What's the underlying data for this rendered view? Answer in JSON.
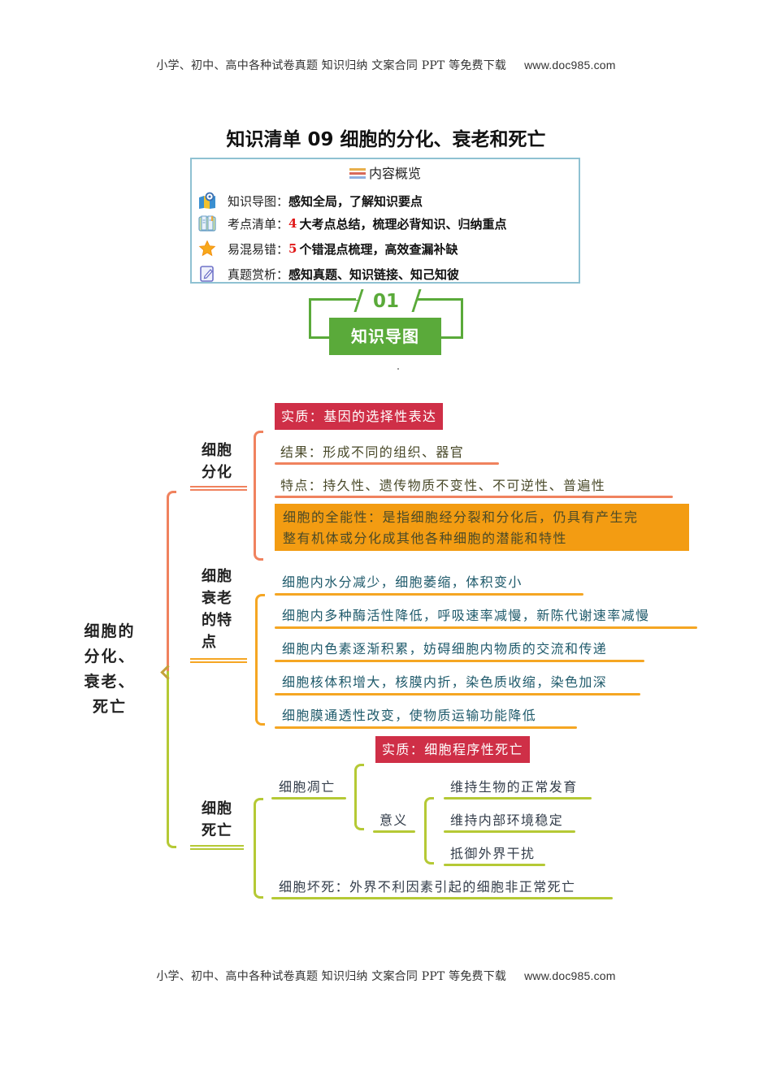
{
  "header": {
    "text": "小学、初中、高中各种试卷真题  知识归纳  文案合同  PPT 等免费下载",
    "site": "www.doc985.com"
  },
  "footer": {
    "text": "小学、初中、高中各种试卷真题  知识归纳  文案合同  PPT 等免费下载",
    "site": "www.doc985.com"
  },
  "title": "知识清单 09 细胞的分化、衰老和死亡",
  "overview": {
    "heading": "内容概览",
    "heading_icon": "list-icon",
    "rows": [
      {
        "icon": "map-pin-icon",
        "label": "知识导图：",
        "num": "",
        "desc": "感知全局，了解知识要点"
      },
      {
        "icon": "open-book-icon",
        "label": "考点清单：",
        "num": "4",
        "desc": "大考点总结，梳理必背知识、归纳重点"
      },
      {
        "icon": "star-icon",
        "label": "易混易错：",
        "num": "5",
        "desc": "个错混点梳理，高效查漏补缺"
      },
      {
        "icon": "edit-note-icon",
        "label": "真题赏析：",
        "num": "",
        "desc": "感知真题、知识链接、知己知彼"
      }
    ]
  },
  "section": {
    "number": "01",
    "label": "知识导图"
  },
  "colors": {
    "differentiation": "#f0825e",
    "aging": "#f5a623",
    "death": "#b5c935",
    "red_box": "#cf2f47",
    "orange_box": "#f39c12",
    "section_green": "#5aaa3a",
    "aging_text": "#1f5a6b"
  },
  "mindmap": {
    "root": "细胞的分化、衰老、死亡",
    "root_lines": [
      "细胞的",
      "分化、",
      "衰老、",
      "死亡"
    ],
    "differentiation": {
      "label_lines": [
        "细胞",
        "分化"
      ],
      "essence": "实质：基因的选择性表达",
      "result": "结果：形成不同的组织、器官",
      "features": "特点：持久性、遗传物质不变性、不可逆性、普遍性",
      "totipotency_line1": "细胞的全能性：是指细胞经分裂和分化后，仍具有产生完",
      "totipotency_line2": "整有机体或分化成其他各种细胞的潜能和特性"
    },
    "aging": {
      "label_lines": [
        "细胞",
        "衰老",
        "的特",
        "点"
      ],
      "items": [
        "细胞内水分减少，细胞萎缩，体积变小",
        "细胞内多种酶活性降低，呼吸速率减慢，新陈代谢速率减慢",
        "细胞内色素逐渐积累，妨碍细胞内物质的交流和传递",
        "细胞核体积增大，核膜内折，染色质收缩，染色加深",
        "细胞膜通透性改变，使物质运输功能降低"
      ]
    },
    "death": {
      "label_lines": [
        "细胞",
        "死亡"
      ],
      "apoptosis": "细胞凋亡",
      "apoptosis_essence": "实质：细胞程序性死亡",
      "significance": "意义",
      "significance_items": [
        "维持生物的正常发育",
        "维持内部环境稳定",
        "抵御外界干扰"
      ],
      "necrosis": "细胞坏死：外界不利因素引起的细胞非正常死亡"
    }
  }
}
